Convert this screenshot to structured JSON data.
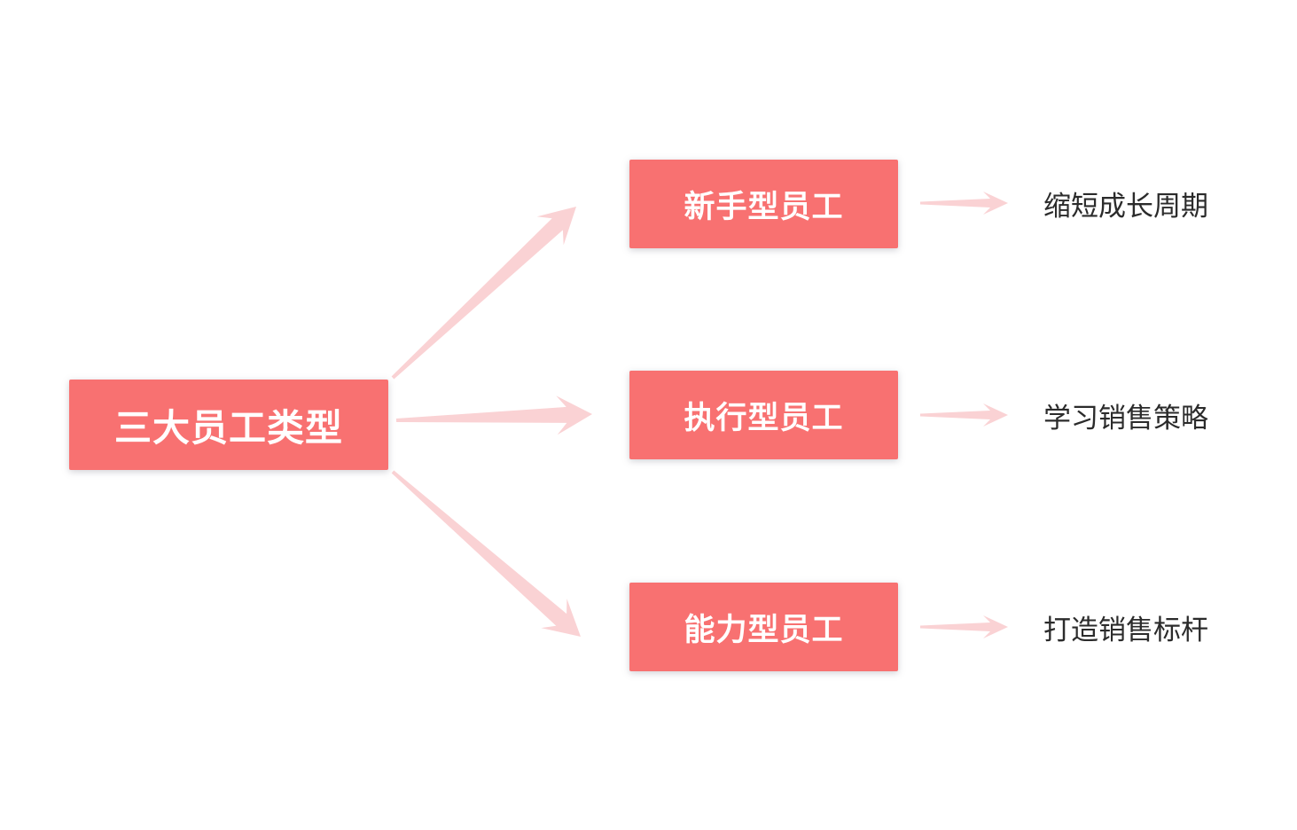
{
  "diagram": {
    "root": {
      "label": "三大员工类型"
    },
    "branches": [
      {
        "label": "新手型员工",
        "outcome": "缩短成长周期"
      },
      {
        "label": "执行型员工",
        "outcome": "学习销售策略"
      },
      {
        "label": "能力型员工",
        "outcome": "打造销售标杆"
      }
    ],
    "colors": {
      "background": "#ffffff",
      "node_fill": "#f87171",
      "node_text": "#ffffff",
      "arrow_fill": "#fad2d4",
      "outcome_text": "#2b2b2b"
    }
  }
}
